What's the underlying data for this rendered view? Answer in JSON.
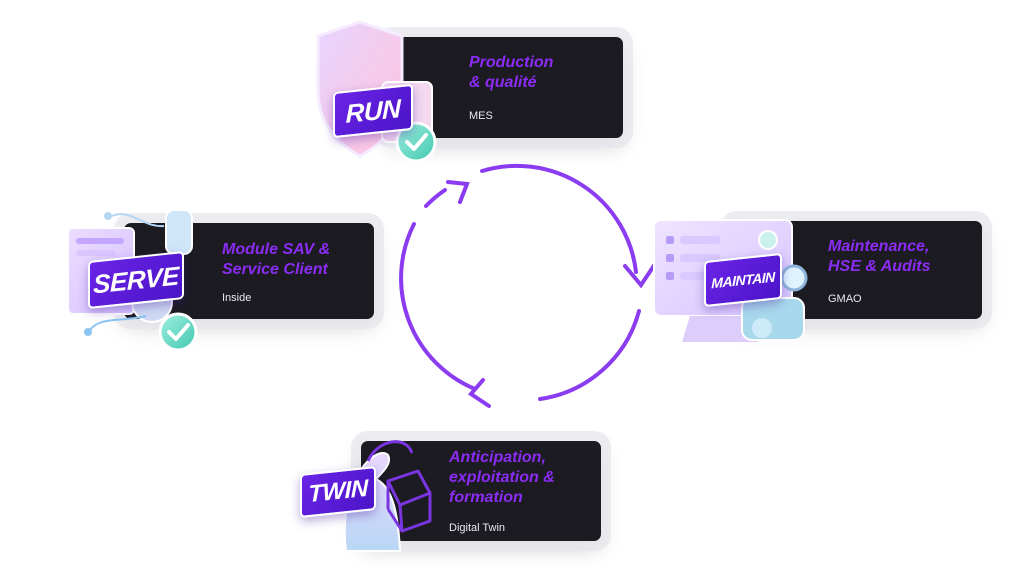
{
  "colors": {
    "accent": "#8b2cf5",
    "card_bg": "#1c1b21",
    "tag_bg": "#5a1dd8"
  },
  "steps": [
    {
      "tag": "RUN",
      "title": "Production\n& qualité",
      "subtitle": "MES"
    },
    {
      "tag": "MAINTAIN",
      "title": "Maintenance,\nHSE & Audits",
      "subtitle": "GMAO"
    },
    {
      "tag": "TWIN",
      "title": "Anticipation,\nexploitation &\nformation",
      "subtitle": "Digital Twin"
    },
    {
      "tag": "SERVE",
      "title": "Module SAV &\nService Client",
      "subtitle": "Inside"
    }
  ]
}
